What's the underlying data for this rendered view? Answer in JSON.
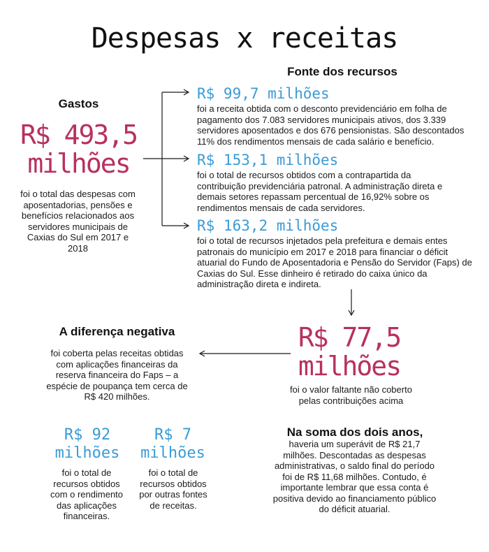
{
  "title": "Despesas x receitas",
  "gastos": {
    "heading": "Gastos",
    "amount_line1": "R$ 493,5",
    "amount_line2": "milhões",
    "description": "foi o total das despesas com aposentadorias, pensões e benefícios relacionados aos servidores municipais de Caxias do Sul em 2017 e 2018"
  },
  "fonte": {
    "heading": "Fonte dos recursos",
    "items": [
      {
        "amount": "R$ 99,7 milhões",
        "description": "foi a receita obtida com o desconto previdenciário em folha de pagamento dos 7.083 servidores municipais ativos, dos 3.339 servidores aposentados e dos 676 pensionistas. São descontados 11% dos rendimentos mensais de cada salário e benefício."
      },
      {
        "amount": "R$ 153,1 milhões",
        "description": "foi o total de recursos obtidos com a contrapartida da contribuição previdenciária patronal. A administração direta e demais setores repassam percentual de 16,92% sobre os rendimentos mensais de cada servidores."
      },
      {
        "amount": "R$ 163,2 milhões",
        "description": "foi o total de recursos injetados pela prefeitura e demais entes patronais do município em 2017 e 2018 para financiar o déficit atuarial do Fundo de Aposentadoria e Pensão do Servidor (Faps) de Caxias do Sul. Esse dinheiro é retirado do caixa único da administração direta e indireta."
      }
    ]
  },
  "faltante": {
    "amount_line1": "R$ 77,5",
    "amount_line2": "milhões",
    "description": "foi o valor faltante não coberto pelas contribuições acima"
  },
  "diferenca": {
    "heading": "A diferença negativa",
    "description": "foi coberta pelas receitas obtidas com aplicações financeiras da reserva financeira do Faps – a espécie de poupança tem cerca de R$ 420 milhões."
  },
  "aplicacoes": {
    "amount_line1": "R$ 92",
    "amount_line2": "milhões",
    "description": "foi o total de recursos obtidos com o rendimento das aplicações financeiras."
  },
  "outras": {
    "amount_line1": "R$ 7",
    "amount_line2": "milhões",
    "description": "foi o total de recursos obtidos por outras fontes de receitas."
  },
  "soma": {
    "heading": "Na soma dos dois anos,",
    "description": "haveria um superávit de R$ 21,7 milhões. Descontadas as despesas administrativas, o saldo final do período foi de R$ 11,68 milhões. Contudo, é importante lembrar que essa conta é positiva devido ao financiamento público do déficit atuarial."
  },
  "colors": {
    "red": "#b8315e",
    "blue": "#3a9bd6",
    "text": "#1a1a1a"
  }
}
